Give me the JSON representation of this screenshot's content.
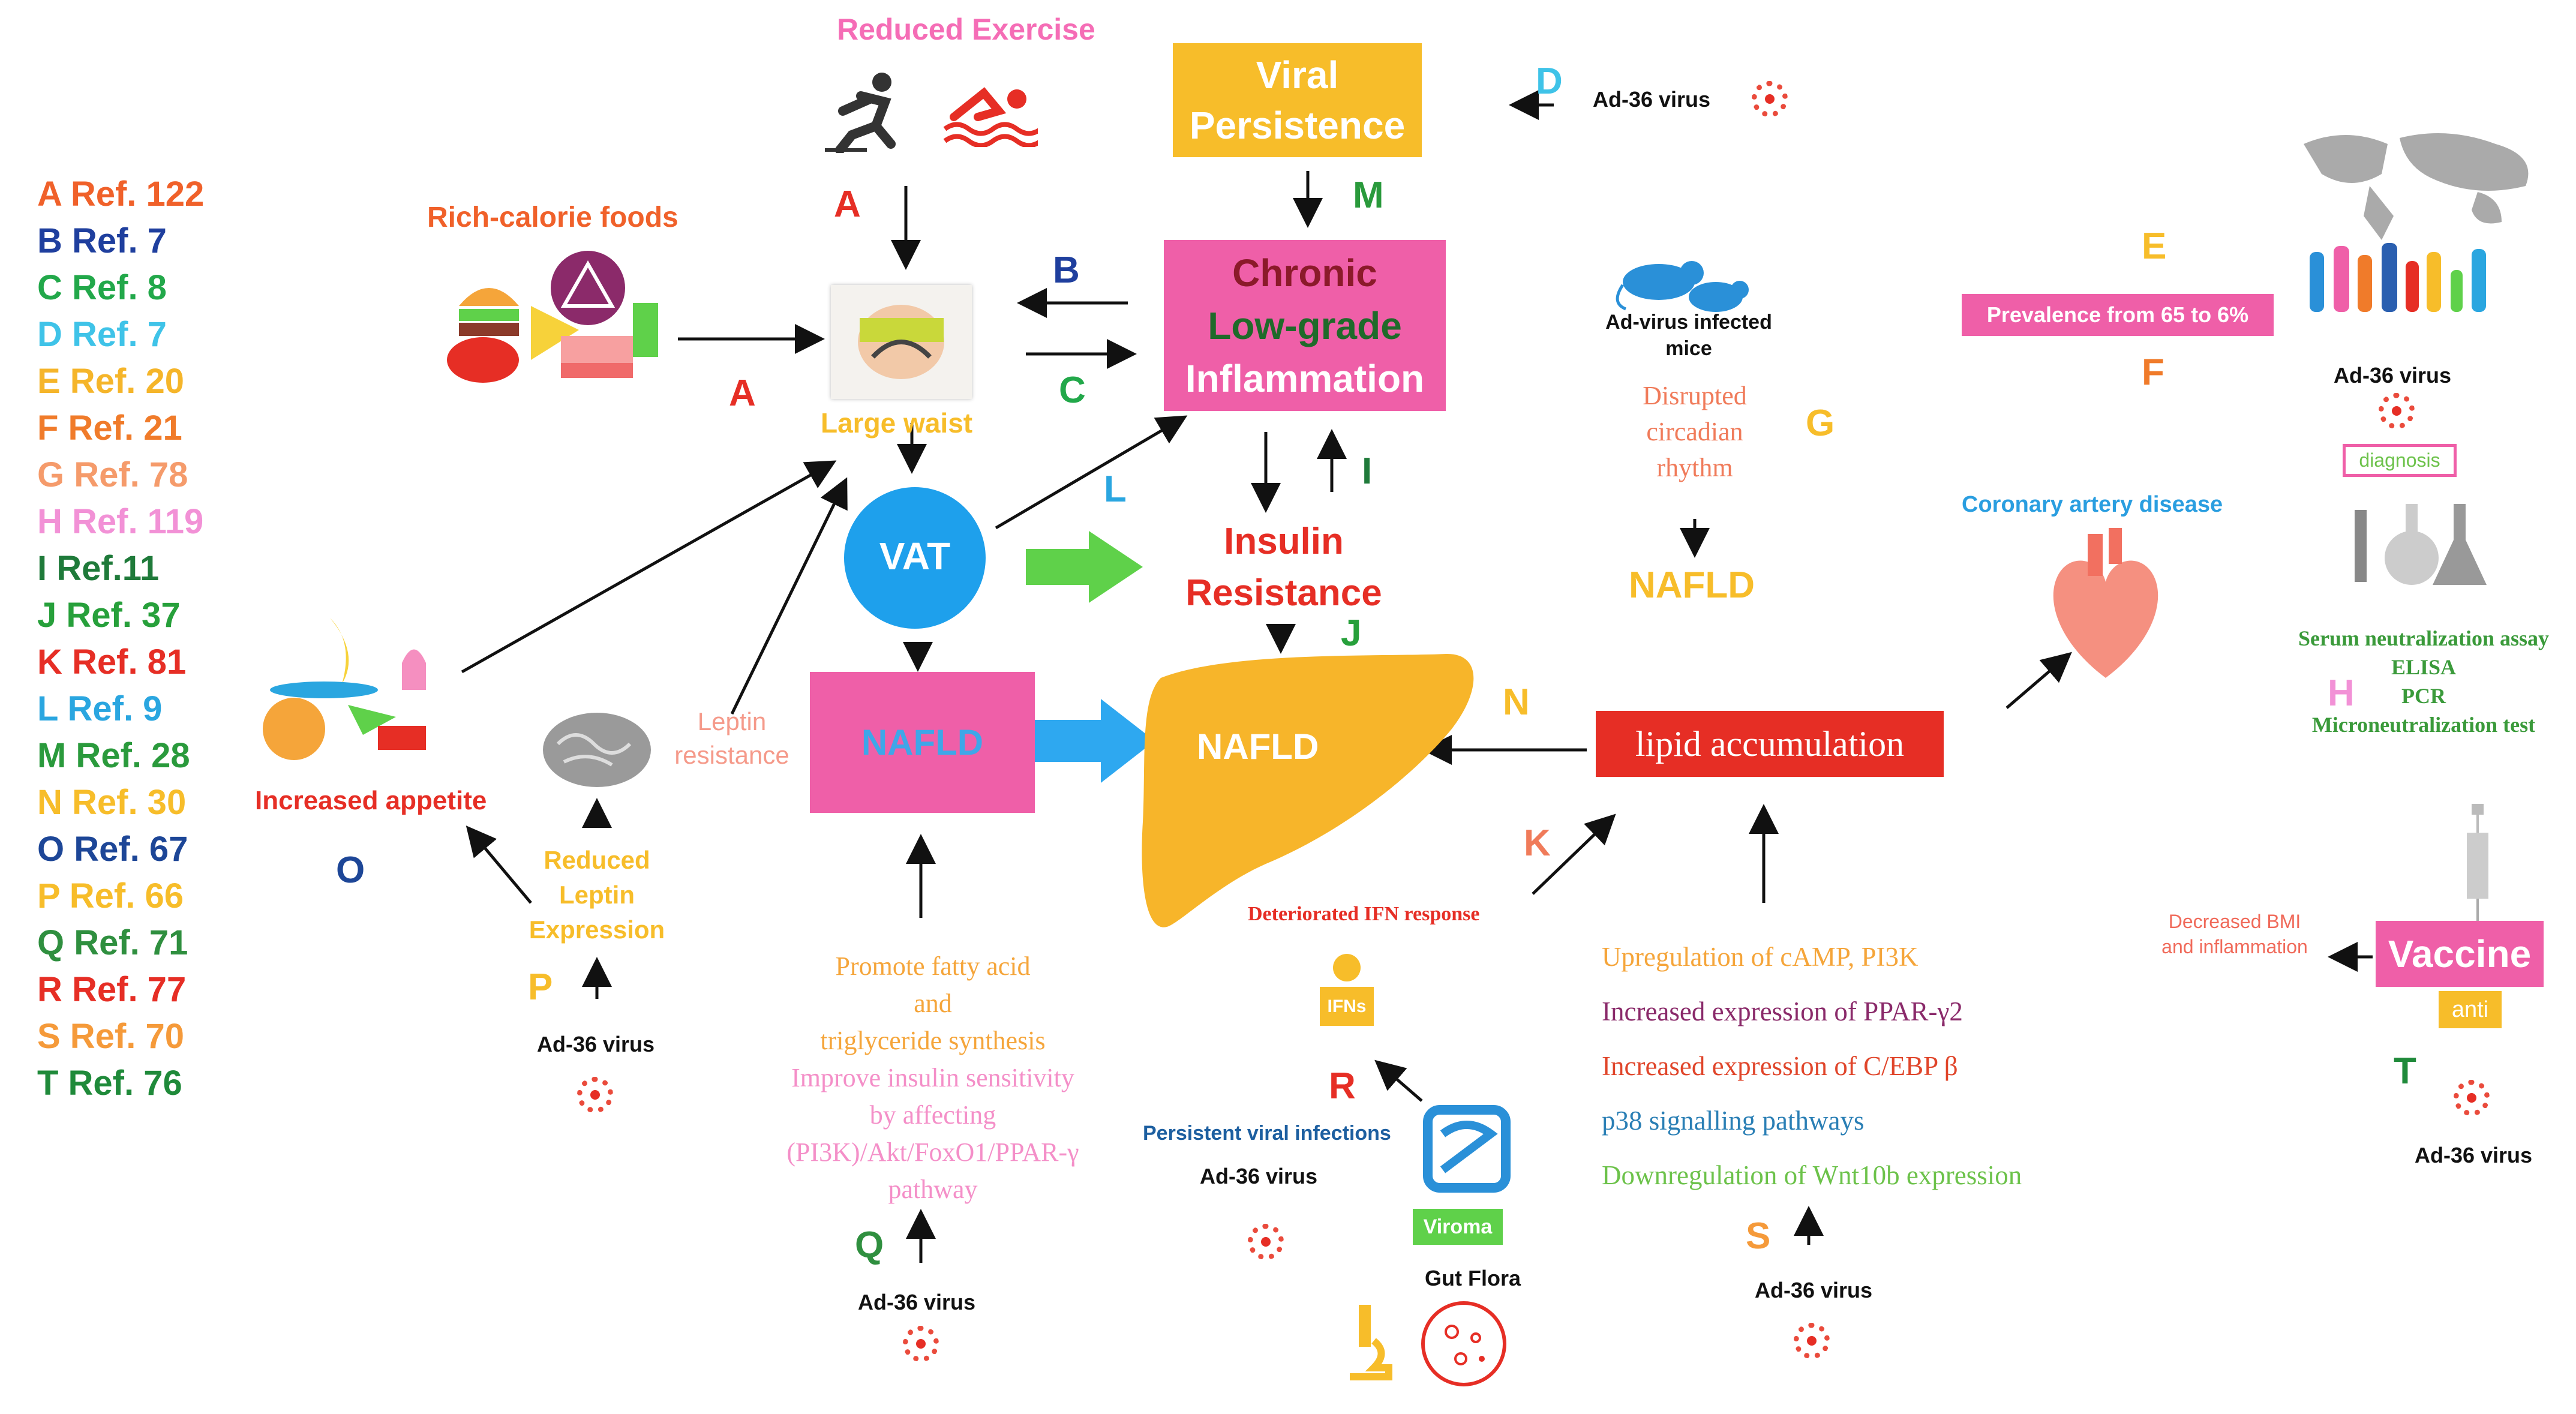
{
  "references": [
    {
      "text": "A Ref. 122",
      "color": "#f0612a"
    },
    {
      "text": "B Ref. 7",
      "color": "#1f3f9e"
    },
    {
      "text": "C Ref. 8",
      "color": "#22a84a"
    },
    {
      "text": "D Ref. 7",
      "color": "#3fc3e8"
    },
    {
      "text": "E Ref. 20",
      "color": "#f5b52a"
    },
    {
      "text": "F Ref. 21",
      "color": "#f07b2a"
    },
    {
      "text": "G Ref. 78",
      "color": "#f59b6b"
    },
    {
      "text": "H Ref. 119",
      "color": "#f291d6"
    },
    {
      "text": "I  Ref.11",
      "color": "#1f7a3a"
    },
    {
      "text": "J Ref. 37",
      "color": "#27a03b"
    },
    {
      "text": "K Ref. 81",
      "color": "#e62e25"
    },
    {
      "text": "L Ref. 9",
      "color": "#2aa6e0"
    },
    {
      "text": "M Ref. 28",
      "color": "#2a9a3c"
    },
    {
      "text": "N Ref. 30",
      "color": "#f7bd2a"
    },
    {
      "text": "O Ref. 67",
      "color": "#1d4697"
    },
    {
      "text": "P Ref. 66",
      "color": "#f7bd2a"
    },
    {
      "text": "Q Ref. 71",
      "color": "#2f8f3f"
    },
    {
      "text": "R Ref. 77",
      "color": "#e62e25"
    },
    {
      "text": "S Ref. 70",
      "color": "#f59a3a"
    },
    {
      "text": "T Ref. 76",
      "color": "#1f8a3a"
    }
  ],
  "top": {
    "reduced_exercise": "Reduced Exercise",
    "viral_persistence": "Viral Persistence",
    "ad36_d": "Ad-36 virus",
    "rich_calorie": "Rich-calorie foods",
    "large_waist": "Large waist",
    "chronic": "Chronic",
    "low_grade": "Low-grade",
    "inflammation": "Inflammation"
  },
  "middle": {
    "vat": "VAT",
    "insulin_resistance": "Insulin Resistance",
    "nafld_box": "NAFLD",
    "nafld_liver": "NAFLD",
    "leptin_resistance": "Leptin resistance",
    "increased_appetite": "Increased appetite",
    "reduced_leptin": "Reduced Leptin Expression",
    "ad36_p": "Ad-36 virus"
  },
  "right": {
    "mice_label": "Ad-virus infected  mice",
    "disrupted": "Disrupted circadian rhythm",
    "nafld_g": "NAFLD",
    "prevalence": "Prevalence from 65 to 6%",
    "ad36_e": "Ad-36 virus",
    "diagnosis": "diagnosis",
    "coronary": "Coronary artery disease",
    "tests": [
      "Serum neutralization assay",
      "ELISA",
      "PCR",
      "Microneutralization test"
    ],
    "lipid": "lipid accumulation",
    "decreased_bmi": "Decreased BMI and inflammation",
    "vaccine": "Vaccine",
    "anti": "anti",
    "ad36_t": "Ad-36 virus"
  },
  "bottom": {
    "deteriorated": "Deteriorated IFN response",
    "ifns": "IFNs",
    "persistent": "Persistent viral infections",
    "ad36_r": "Ad-36 virus",
    "viroma": "Viroma",
    "gut_flora": "Gut Flora",
    "q_lines": [
      {
        "text": "Promote fatty acid",
        "color": "#f5a53a"
      },
      {
        "text": "and",
        "color": "#f5a53a"
      },
      {
        "text": "triglyceride synthesis",
        "color": "#f5a53a"
      },
      {
        "text": "Improve insulin sensitivity",
        "color": "#f48fc8"
      },
      {
        "text": "by affecting",
        "color": "#f48fc8"
      },
      {
        "text": "(PI3K)/Akt/FoxO1/PPAR-γ",
        "color": "#f48fc8"
      },
      {
        "text": "pathway",
        "color": "#f48fc8"
      }
    ],
    "ad36_q": "Ad-36 virus",
    "s_lines": [
      {
        "text": "Upregulation of cAMP, PI3K",
        "color": "#f5a53a"
      },
      {
        "text": "Increased expression of PPAR-γ2",
        "color": "#8a2a6a"
      },
      {
        "text": "Increased expression of  C/EBP β",
        "color": "#e0452a"
      },
      {
        "text": "p38 signalling pathways",
        "color": "#2a7fb5"
      },
      {
        "text": "Downregulation of Wnt10b expression",
        "color": "#6cc24a"
      }
    ],
    "ad36_s": "Ad-36 virus"
  },
  "letters": {
    "A": "A",
    "B": "B",
    "C": "C",
    "D": "D",
    "E": "E",
    "F": "F",
    "G": "G",
    "H": "H",
    "I": "I",
    "J": "J",
    "K": "K",
    "L": "L",
    "M": "M",
    "N": "N",
    "O": "O",
    "P": "P",
    "Q": "Q",
    "R": "R",
    "S": "S",
    "T": "T"
  },
  "colors": {
    "pink": "#ef5fa8",
    "gold": "#f7bd2a",
    "red": "#e62e25",
    "blue_circle": "#1ea0ec",
    "green_arrow": "#5fd14a",
    "blue_arrow": "#2ea8f0"
  }
}
